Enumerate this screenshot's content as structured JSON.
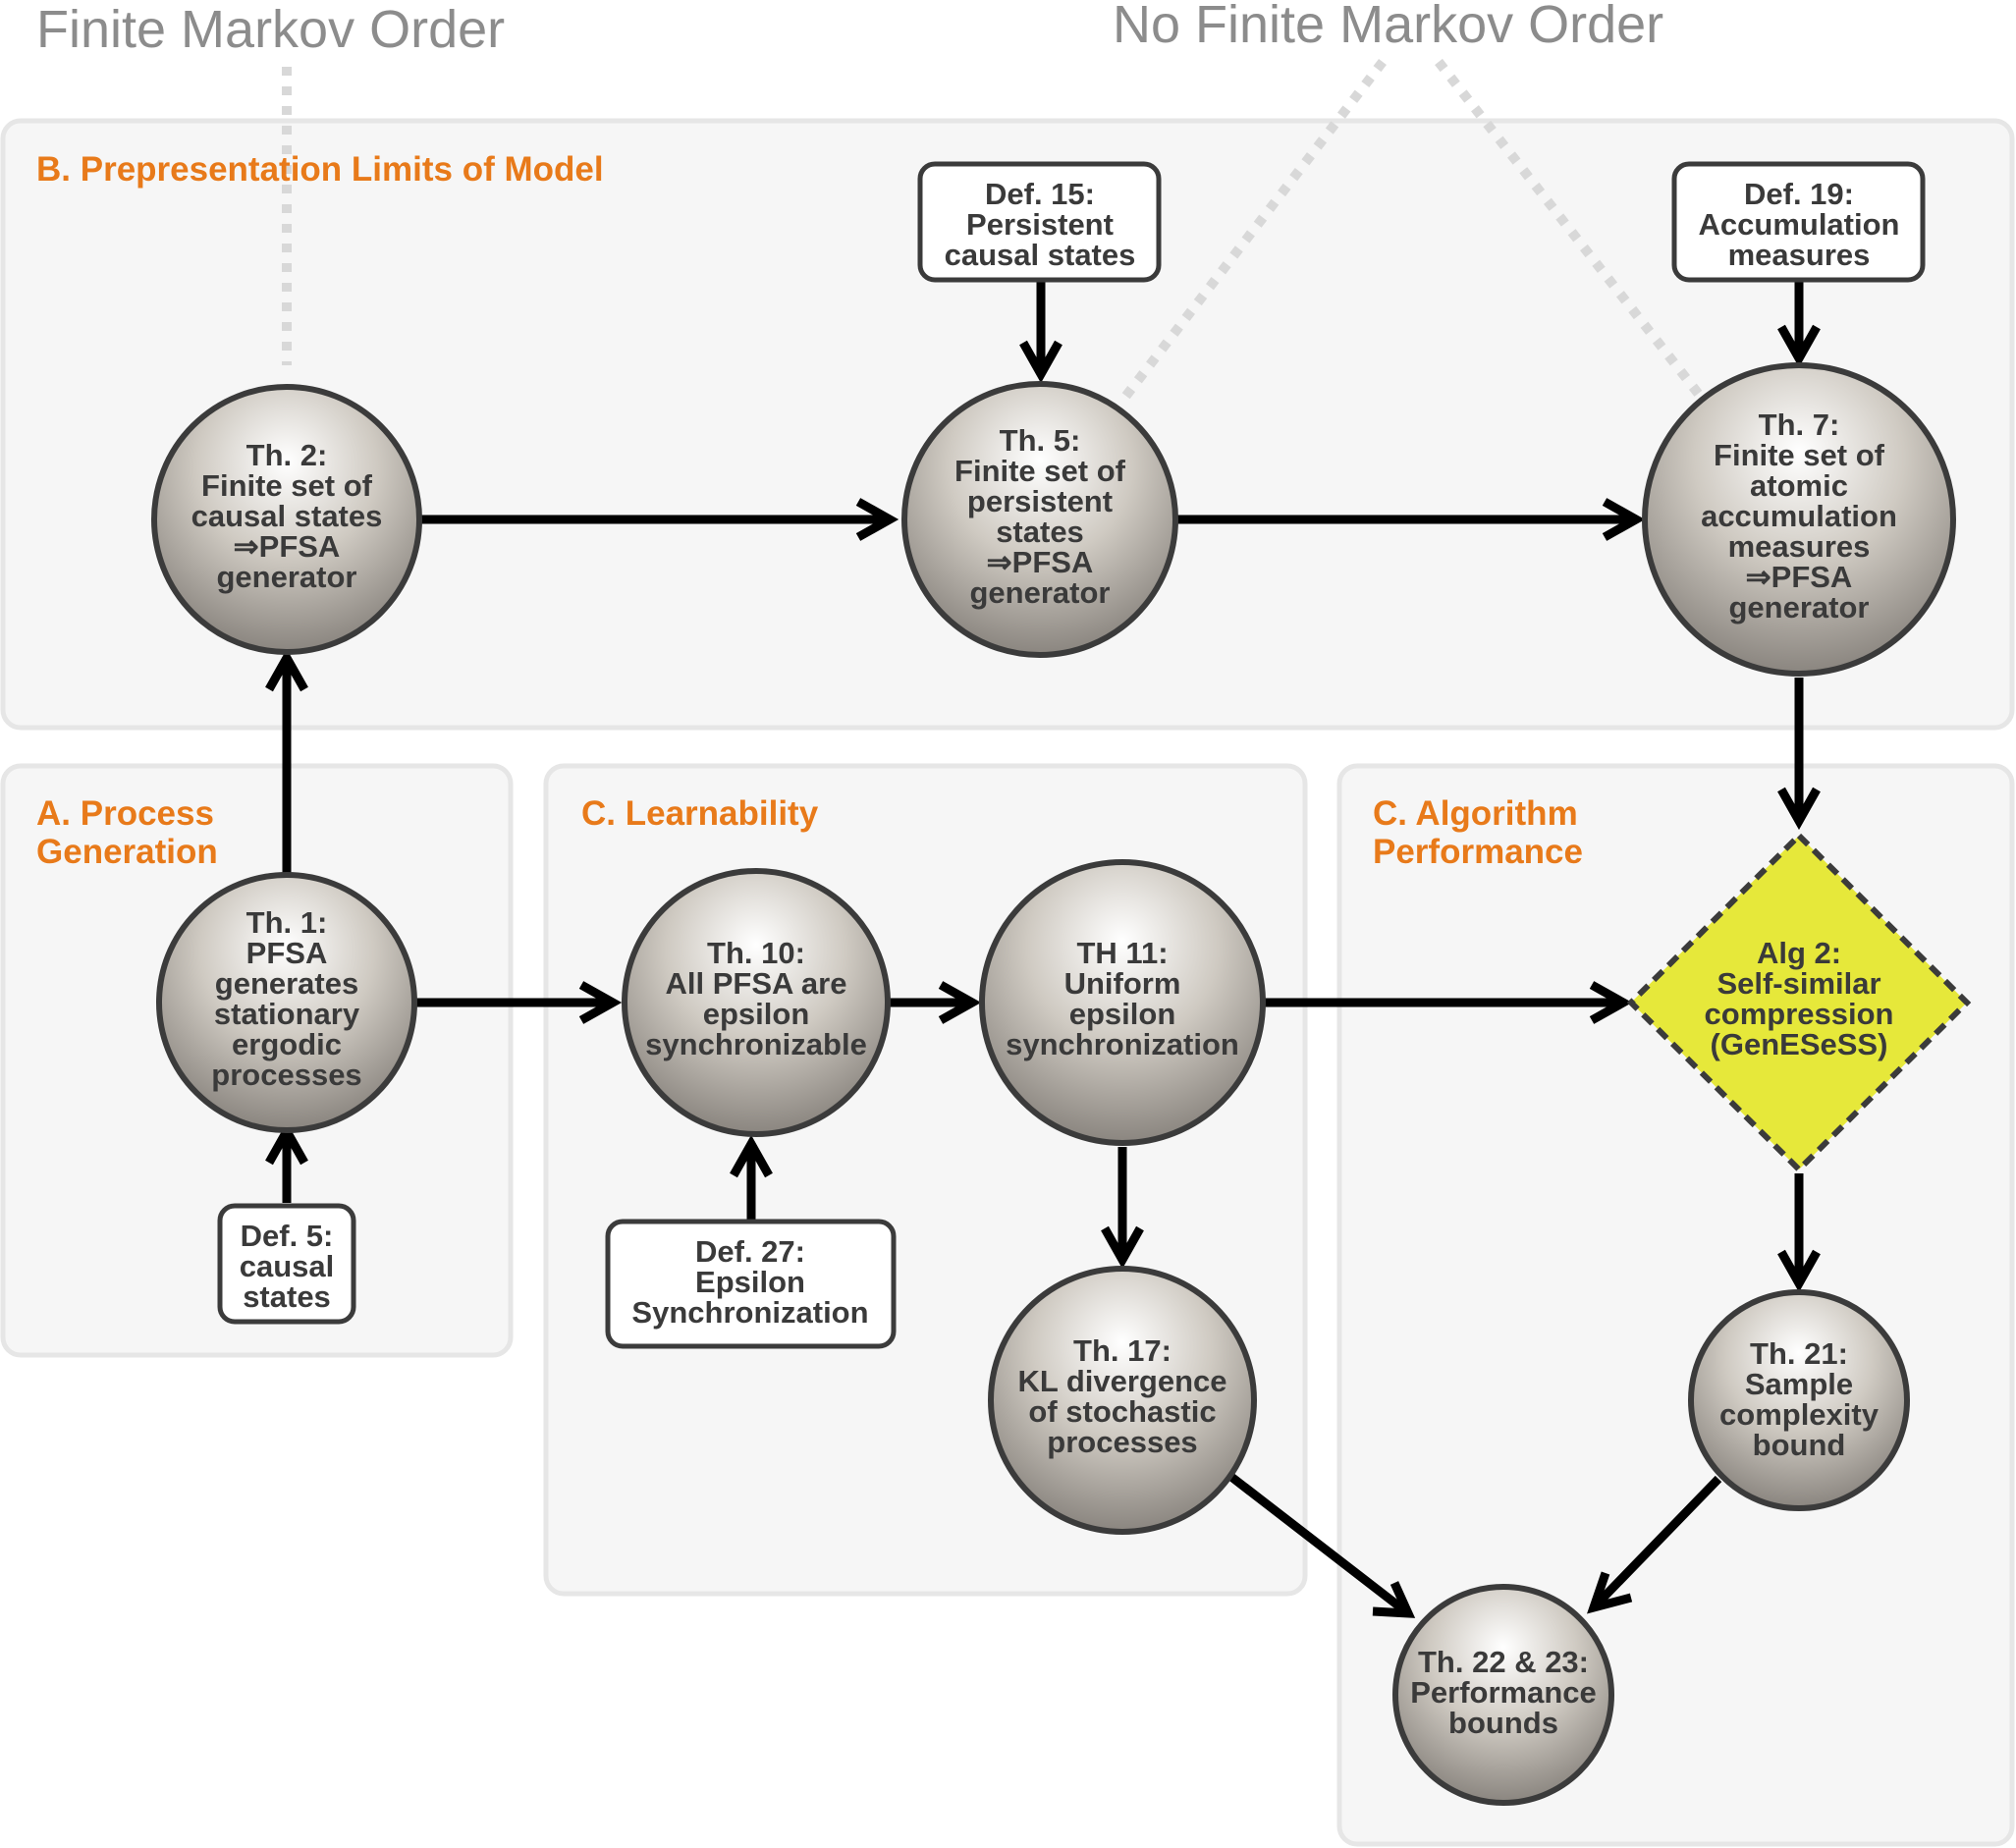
{
  "captions": {
    "finite": "Finite Markov Order",
    "no_finite": "No Finite Markov Order"
  },
  "sections": {
    "b": [
      "B. Prepresentation Limits of Model"
    ],
    "a": [
      "A. Process",
      "Generation"
    ],
    "c1": [
      "C. Learnability"
    ],
    "c2": [
      "C. Algorithm",
      "Performance"
    ]
  },
  "nodes": {
    "th2": [
      "Th. 2:",
      "Finite set of",
      "causal states",
      "⇒PFSA",
      "generator"
    ],
    "th5": [
      "Th. 5:",
      "Finite set of",
      "persistent",
      "states",
      "⇒PFSA",
      "generator"
    ],
    "th7": [
      "Th. 7:",
      "Finite set of",
      "atomic",
      "accumulation",
      "measures",
      "⇒PFSA",
      "generator"
    ],
    "th1": [
      "Th. 1:",
      "PFSA",
      "generates",
      "stationary",
      "ergodic",
      "processes"
    ],
    "th10": [
      "Th. 10:",
      "All PFSA are",
      "epsilon",
      "synchronizable"
    ],
    "th11": [
      "TH 11:",
      "Uniform",
      "epsilon",
      "synchronization"
    ],
    "alg2": [
      "Alg 2:",
      "Self-similar",
      "compression",
      "(GenESeSS)"
    ],
    "th17": [
      "Th. 17:",
      "KL divergence",
      "of stochastic",
      "processes"
    ],
    "th21": [
      "Th. 21:",
      "Sample",
      "complexity",
      "bound"
    ],
    "th22": [
      "Th. 22 & 23:",
      "Performance",
      "bounds"
    ]
  },
  "defs": {
    "def15": [
      "Def. 15:",
      "Persistent",
      "causal states"
    ],
    "def19": [
      "Def. 19:",
      "Accumulation",
      "measures"
    ],
    "def5": [
      "Def. 5:",
      "causal",
      "states"
    ],
    "def27": [
      "Def. 27:",
      "Epsilon",
      "Synchronization"
    ]
  },
  "colors": {
    "section_title": "#e87a1a",
    "panel_fill": "#f6f6f6",
    "algorithm_fill": "#e6e83a",
    "caption": "#8c8c8c"
  }
}
